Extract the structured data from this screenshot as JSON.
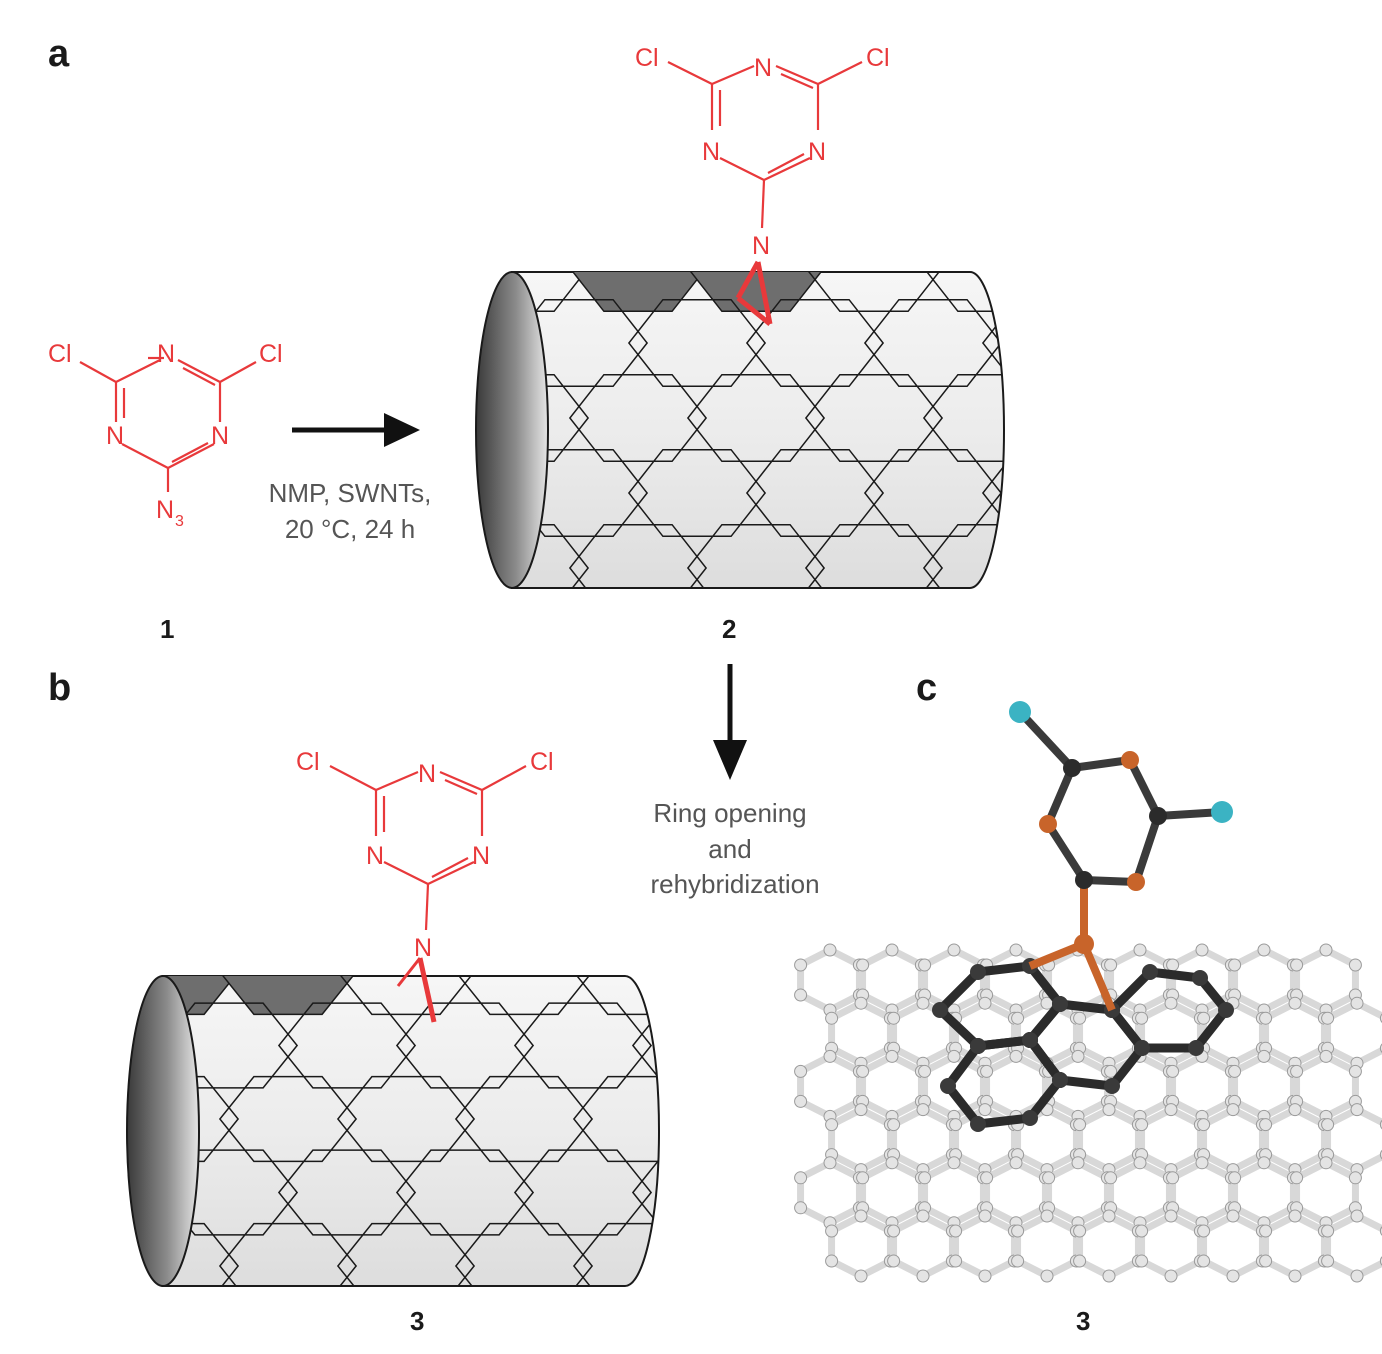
{
  "panels": {
    "a": {
      "letter": "a"
    },
    "b": {
      "letter": "b"
    },
    "c": {
      "letter": "c"
    }
  },
  "compounds": {
    "c1": "1",
    "c2": "2",
    "c3_b": "3",
    "c3_c": "3"
  },
  "atoms": {
    "cl": "Cl",
    "n": "N",
    "n3_main": "N",
    "n3_sub": "3"
  },
  "arrow1": {
    "line1": "NMP, SWNTs,",
    "line2": "20 °C, 24 h"
  },
  "arrow2": {
    "line1": "Ring opening",
    "line2": "and",
    "line3": "rehybridization"
  },
  "colors": {
    "reagent_red": "#e8393b",
    "tube_fill": "#f0f0f0",
    "tube_dark": "#6e6e6e",
    "model_carbon_black": "#2b2b2b",
    "model_nitrogen": "#c8642a",
    "model_chlorine": "#3bb3c3",
    "model_carbon_gray": "#d8d8d8"
  }
}
